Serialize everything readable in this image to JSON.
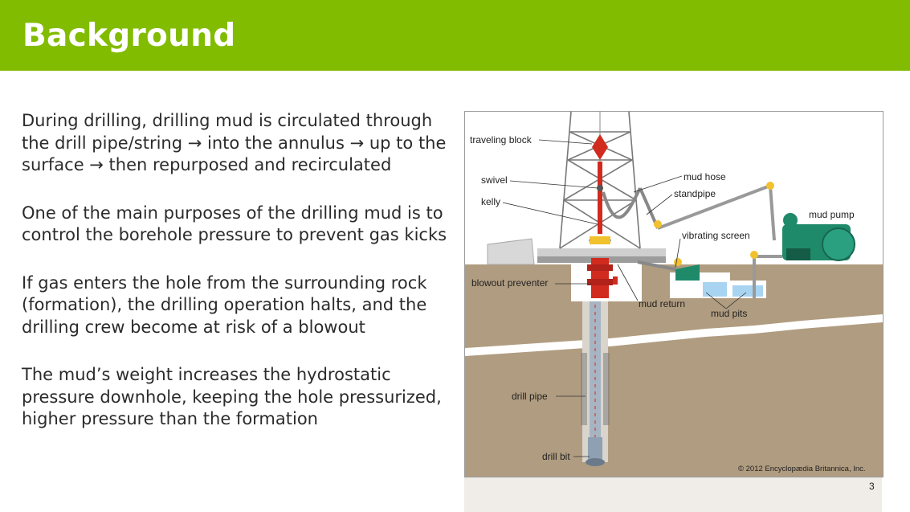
{
  "slide": {
    "title": "Background",
    "page_number": "3"
  },
  "paragraphs": [
    "During drilling, drilling mud is circulated through the drill pipe/string → into the annulus → up to the surface → then repurposed and recirculated",
    "One of the main purposes of the drilling mud is to control the borehole pressure to prevent gas kicks",
    "If gas enters the hole from the surrounding rock (formation), the drilling operation halts, and the drilling crew become at risk of a blowout",
    "The mud’s weight increases the hydrostatic pressure downhole, keeping the hole pressurized, higher pressure than the formation"
  ],
  "diagram": {
    "labels": {
      "traveling_block": "traveling block",
      "swivel": "swivel",
      "kelly": "kelly",
      "mud_hose": "mud hose",
      "standpipe": "standpipe",
      "mud_pump": "mud pump",
      "vibrating_screen": "vibrating screen",
      "blowout_preventer": "blowout preventer",
      "mud_return": "mud return",
      "mud_pits": "mud pits",
      "drill_pipe": "drill pipe",
      "drill_bit": "drill bit"
    },
    "copyright": "© 2012 Encyclopædia Britannica, Inc.",
    "colors": {
      "ground": "#b09c80",
      "sky": "#ffffff",
      "bop": "#d12a1f",
      "pump": "#1e8a6a",
      "pipe_yellow": "#f2c12e"
    }
  }
}
